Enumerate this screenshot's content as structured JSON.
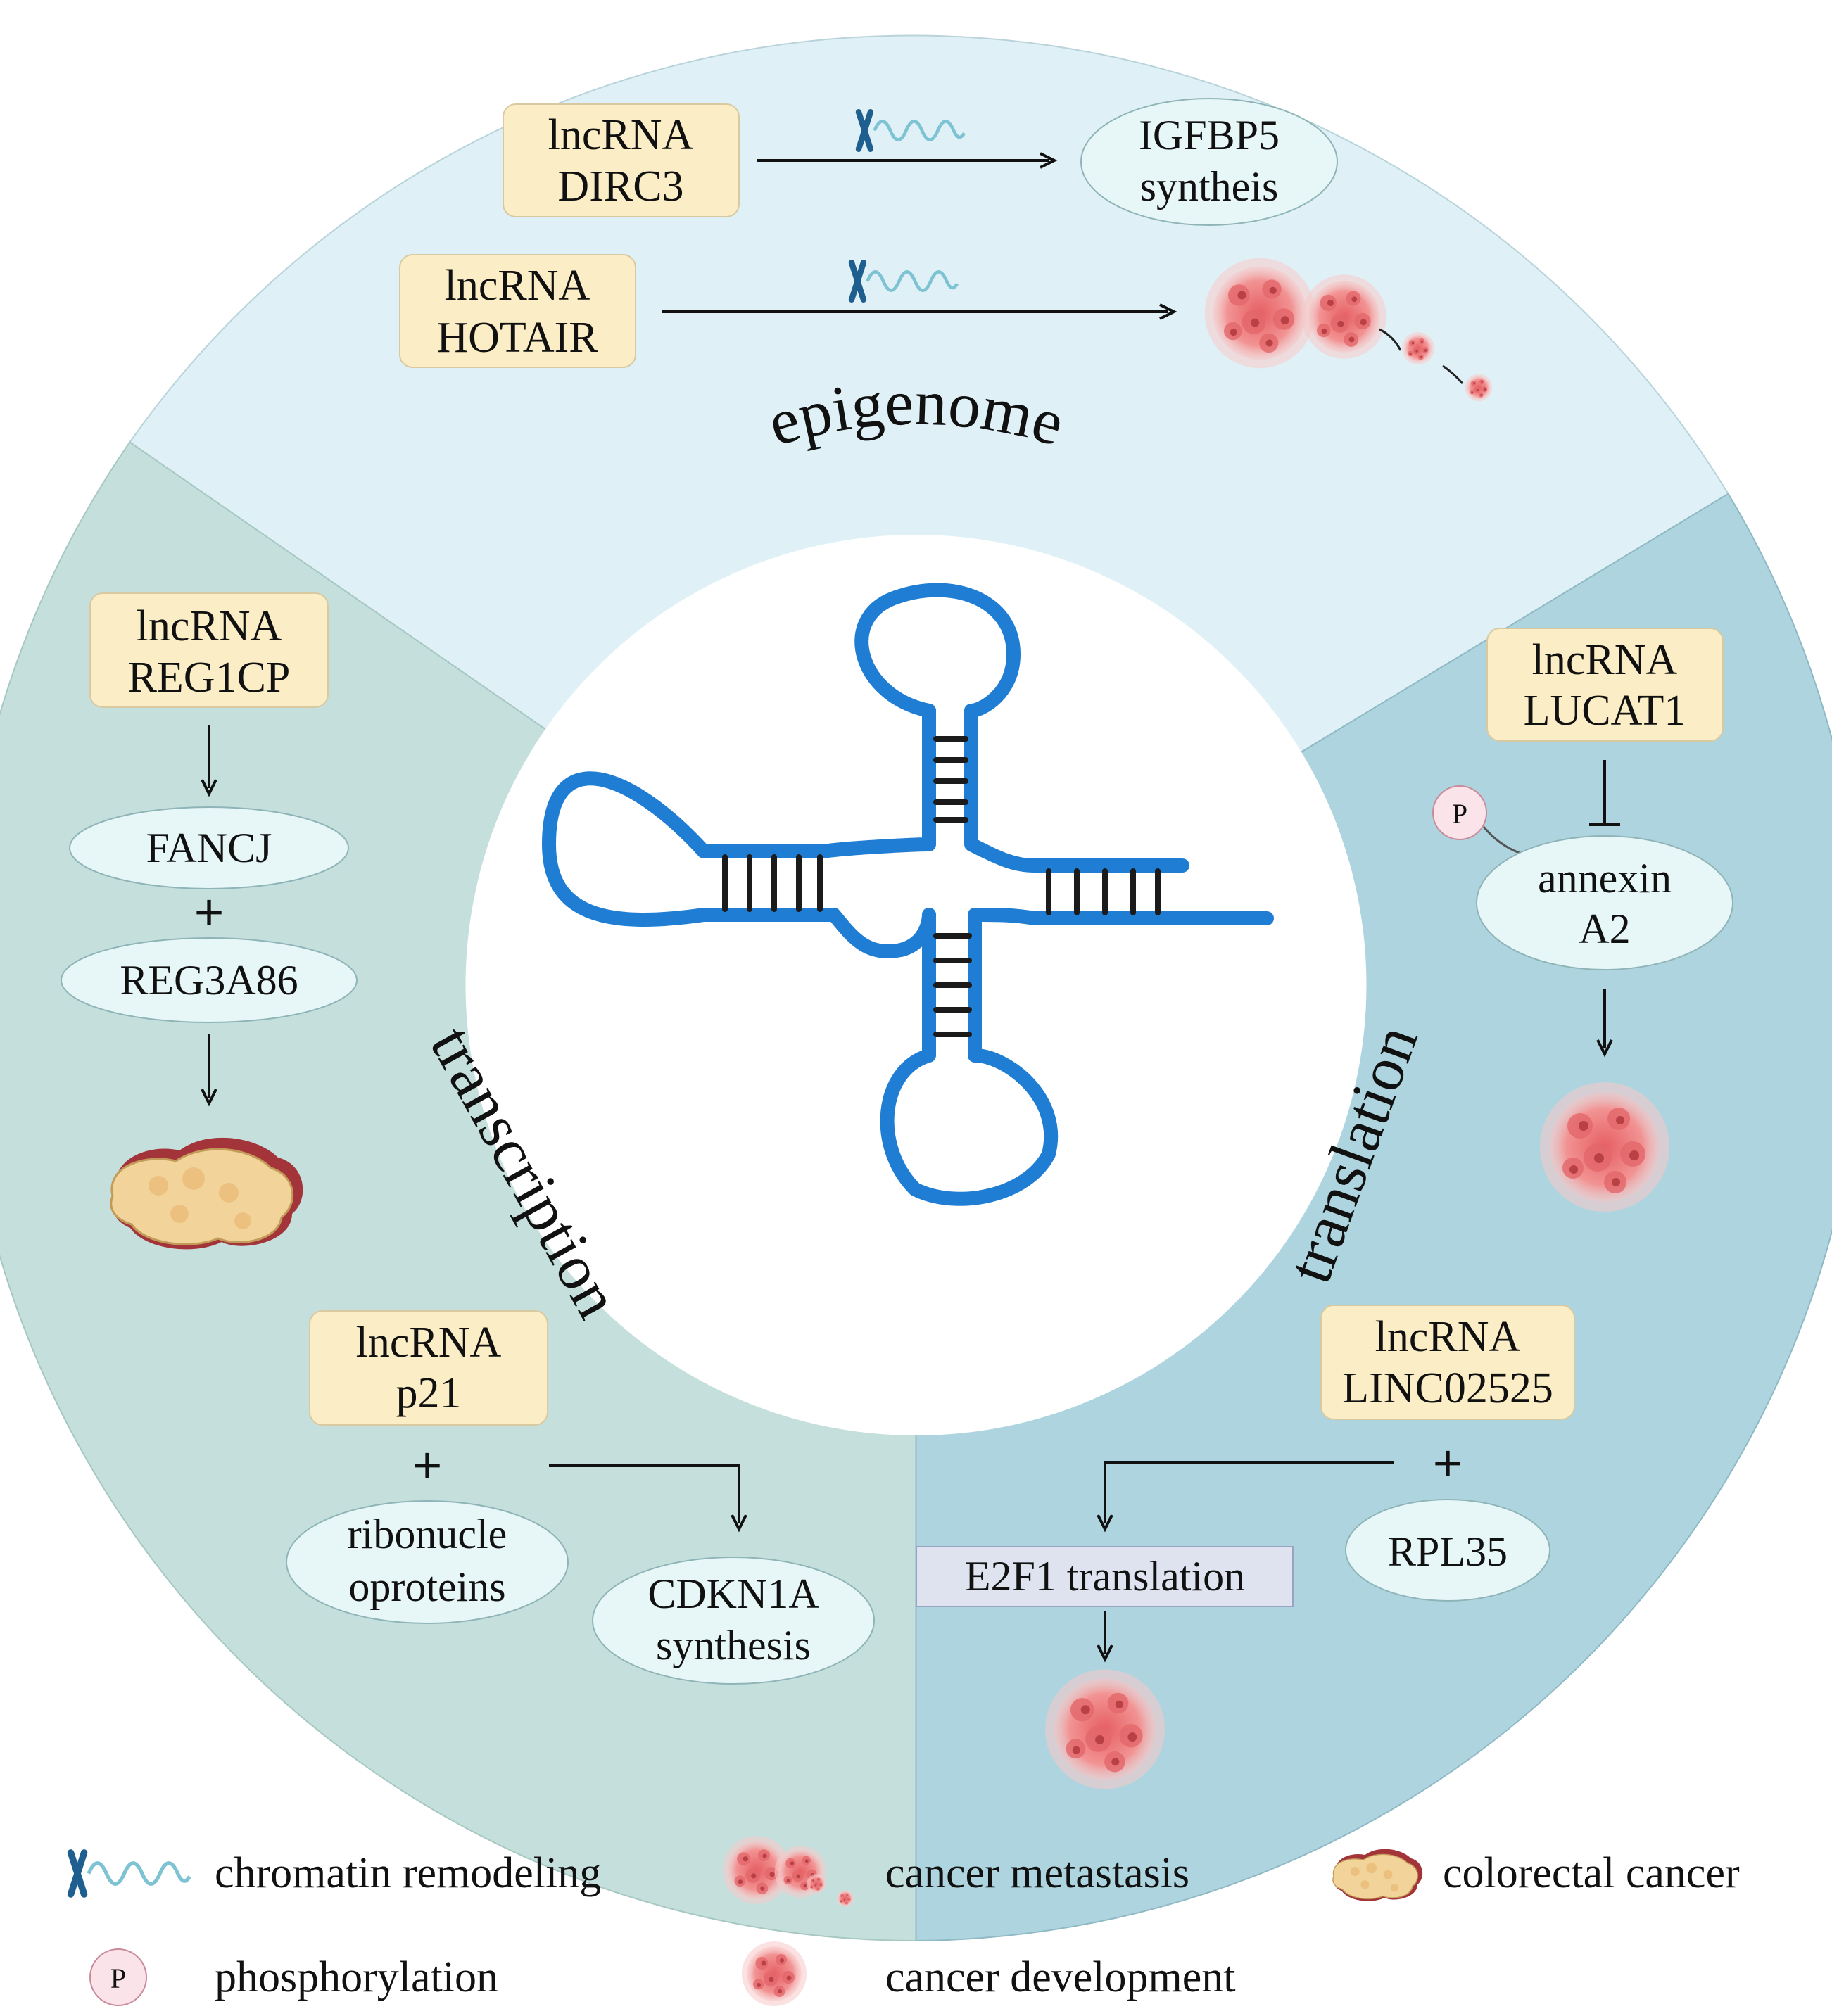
{
  "sectors": {
    "epigenome": "epigenome",
    "transcription": "transcription",
    "translation": "translation"
  },
  "epigenome": {
    "dirc3": {
      "line1": "lncRNA",
      "line2": "DIRC3"
    },
    "igfbp5": {
      "line1": "IGFBP5",
      "line2": "syntheis"
    },
    "hotair": {
      "line1": "lncRNA",
      "line2": "HOTAIR"
    }
  },
  "transcription": {
    "reg1cp": {
      "line1": "lncRNA",
      "line2": "REG1CP"
    },
    "fancj": "FANCJ",
    "plus1": "+",
    "reg3a86": "REG3A86",
    "p21": {
      "line1": "lncRNA",
      "line2": "p21"
    },
    "plus2": "+",
    "ribo": {
      "line1": "ribonucle",
      "line2": "oproteins"
    },
    "cdkn1a": {
      "line1": "CDKN1A",
      "line2": "synthesis"
    }
  },
  "translation": {
    "lucat1": {
      "line1": "lncRNA",
      "line2": "LUCAT1"
    },
    "phospho": "P",
    "annexin": {
      "line1": "annexin",
      "line2": "A2"
    },
    "linc02525": {
      "line1": "lncRNA",
      "line2": "LINC02525"
    },
    "plus": "+",
    "rpl35": "RPL35",
    "e2f1": "E2F1 translation"
  },
  "legend": {
    "chromatin": "chromatin remodeling",
    "metastasis": "cancer metastasis",
    "colorectal": "colorectal cancer",
    "phosphorylation": "phosphorylation",
    "phospho_symbol": "P",
    "development": "cancer development"
  },
  "colors": {
    "epigenome_bg": "#dff1f6",
    "transcription_bg": "#c5e0dc",
    "translation_bg": "#aed5df",
    "rna": "#1f7ed4",
    "cancer": "#f08a8a",
    "colorectal": "#f2d49a"
  }
}
